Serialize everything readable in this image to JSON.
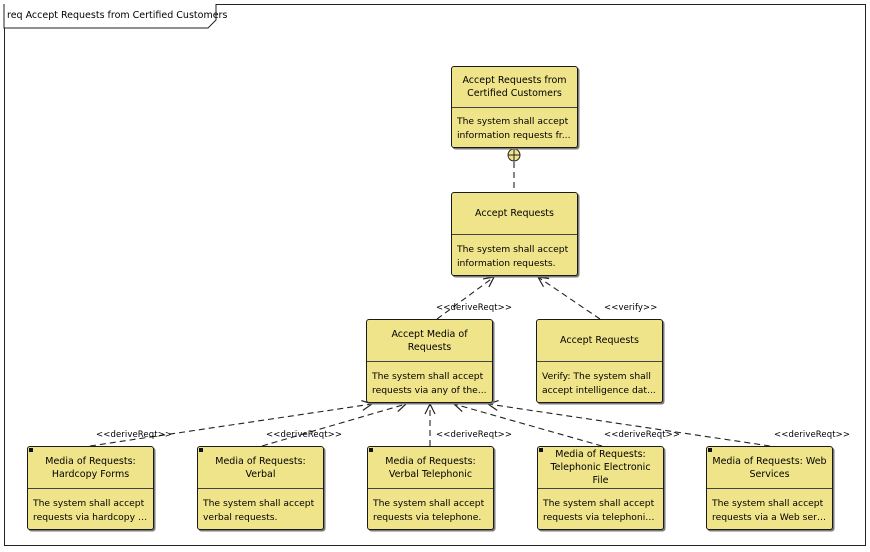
{
  "diagram": {
    "title": "req Accept Requests from Certified Customers"
  },
  "requirements": {
    "root": {
      "name": "Accept Requests from Certified Customers",
      "text": [
        "The system shall accept",
        "information requests fr..."
      ]
    },
    "accept": {
      "name": "Accept Requests",
      "text": [
        "The system shall accept",
        "information requests."
      ]
    },
    "media": {
      "name": "Accept Media of Requests",
      "text": [
        "The system shall accept",
        "requests via any of the..."
      ]
    },
    "verify": {
      "name": "Accept Requests",
      "text": [
        "Verify: The system shall",
        "accept intelligence dat..."
      ]
    },
    "hardcopy": {
      "name": "Media of Requests: Hardcopy Forms",
      "text": [
        "The system shall accept",
        "requests via hardcopy f..."
      ]
    },
    "verbal": {
      "name": "Media of Requests: Verbal",
      "text": [
        "The system shall accept",
        "verbal requests."
      ]
    },
    "telephone": {
      "name": "Media of Requests: Verbal Telephonic",
      "text": [
        "The system shall accept",
        "requests via telephone."
      ]
    },
    "efile": {
      "name": "Media of Requests: Telephonic Electronic File",
      "text": [
        "The system shall accept",
        "requests via telephonic..."
      ]
    },
    "web": {
      "name": "Media of Requests: Web Services",
      "text": [
        "The system shall accept",
        "requests via a Web serv..."
      ]
    }
  },
  "relationships": {
    "derive_label": "<<deriveReqt>>",
    "verify_label": "<<verify>>"
  }
}
